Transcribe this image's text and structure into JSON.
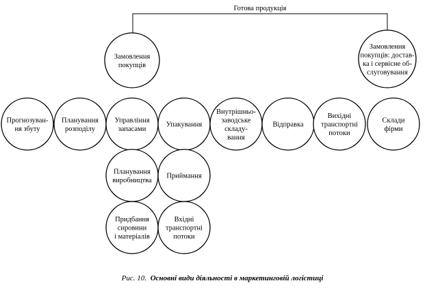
{
  "diagram": {
    "top_label": "Готова продукція",
    "nodes": {
      "customer_orders": [
        "Замовлення",
        "покупців"
      ],
      "customer_orders_delivery": [
        "Замовлення",
        "покупців: достав-",
        "ка і сервісне об-",
        "слуговування"
      ],
      "sales_forecasting": [
        "Прогнозуван-",
        "ня збуту"
      ],
      "distribution_planning": [
        "Планування",
        "розподілу"
      ],
      "inventory_management": [
        "Управління",
        "запасами"
      ],
      "packaging": [
        "Упакування"
      ],
      "in_plant_warehousing": [
        "Внутрішньо-",
        "заводське",
        "складу-",
        "вання"
      ],
      "shipping": [
        "Відправка"
      ],
      "outbound_transport": [
        "Вихідні",
        "транспортні",
        "потоки"
      ],
      "company_warehouses": [
        "Склади",
        "фірми"
      ],
      "production_planning": [
        "Планування",
        "виробництва"
      ],
      "receiving": [
        "Приймання"
      ],
      "procurement": [
        "Придбання",
        "сировини",
        "і матеріалів"
      ],
      "inbound_transport": [
        "Вхідні",
        "транспортні",
        "потоки"
      ]
    },
    "caption": {
      "prefix": "Рис. 10.",
      "title": "Основні види діяльності в маркетинговій логістиці"
    }
  }
}
